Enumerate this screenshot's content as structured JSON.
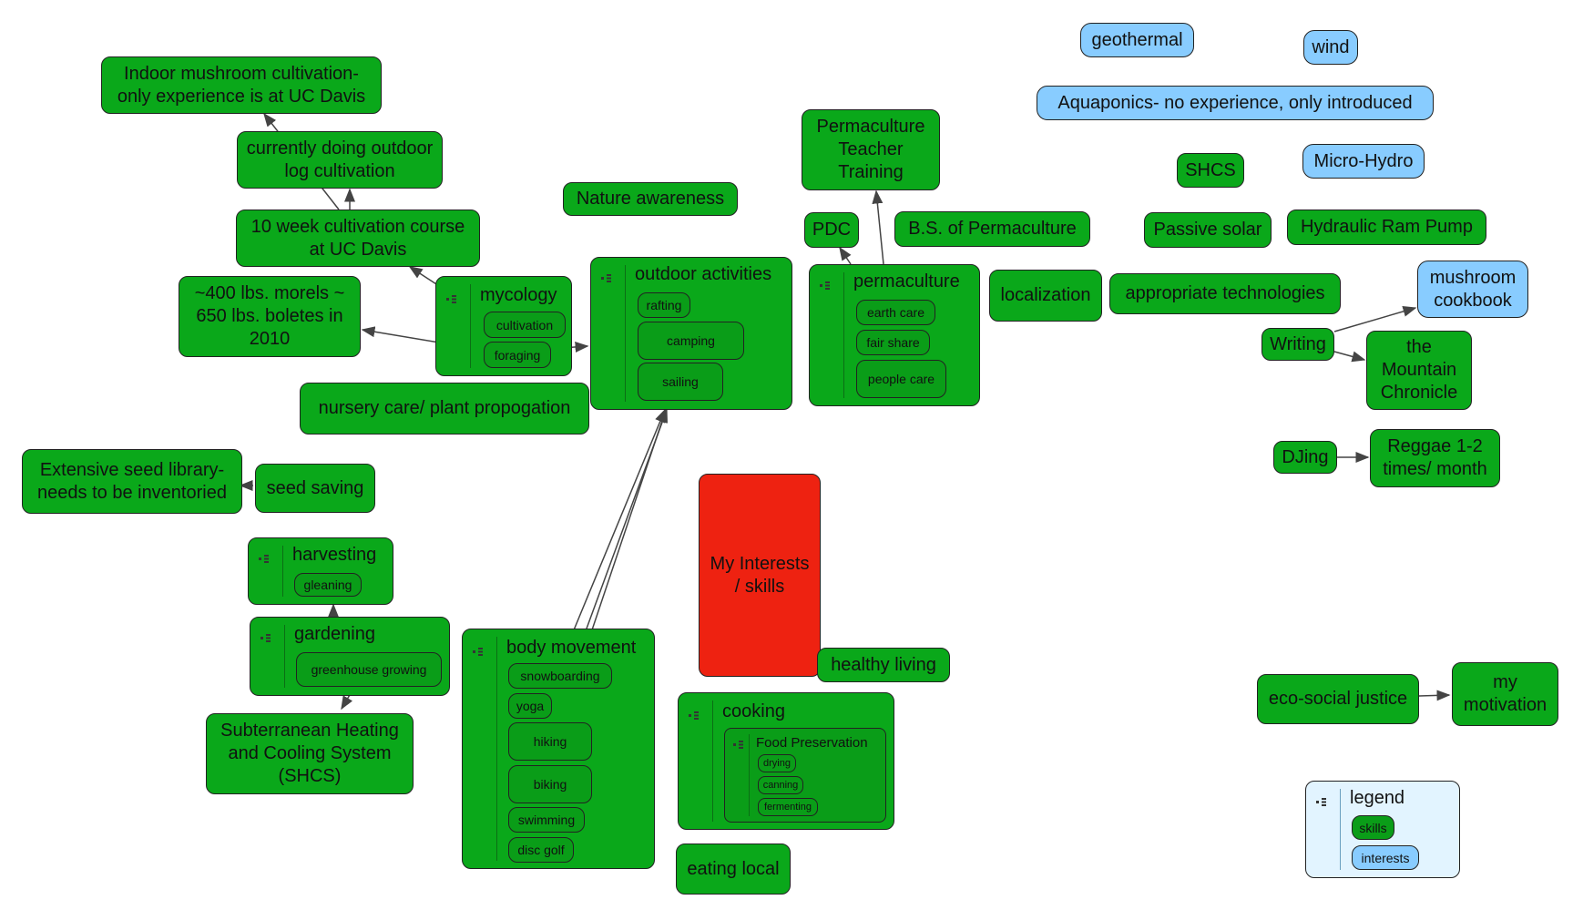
{
  "central": "My Interests / skills",
  "nodes": {
    "mush_indoor": "Indoor mushroom cultivation- only experience is at UC Davis",
    "mush_log": "currently doing outdoor log cultivation",
    "mush_course": "10 week cultivation course at UC Davis",
    "mush_morels": "~400 lbs. morels ~ 650 lbs. boletes in 2010",
    "nature": "Nature awareness",
    "nursery": "nursery care/ plant propogation",
    "seed_library": "Extensive seed library- needs to be inventoried",
    "seed_saving": "seed saving",
    "shcs_full": "Subterranean Heating and Cooling System (SHCS)",
    "pdc_teacher": "Permaculture Teacher Training",
    "pdc": "PDC",
    "bs_perm": "B.S. of Permaculture",
    "localization": "localization",
    "appropriate": "appropriate technologies",
    "geothermal": "geothermal",
    "wind": "wind",
    "aquaponics": "Aquaponics- no experience, only introduced",
    "shcs": "SHCS",
    "micro_hydro": "Micro-Hydro",
    "passive_solar": "Passive solar",
    "ram_pump": "Hydraulic Ram Pump",
    "mushroom_cookbook": "mushroom cookbook",
    "writing": "Writing",
    "mountain_chronicle": "the Mountain Chronicle",
    "djing": "DJing",
    "reggae": "Reggae 1-2 times/ month",
    "healthy_living": "healthy living",
    "eating_local": "eating local",
    "eco_social": "eco-social justice",
    "my_motivation": "my motivation"
  },
  "groups": {
    "mycology": {
      "title": "mycology",
      "items": [
        "cultivation",
        "foraging"
      ]
    },
    "outdoor": {
      "title": "outdoor activities",
      "items": [
        "rafting",
        "camping",
        "sailing"
      ]
    },
    "permaculture": {
      "title": "permaculture",
      "items": [
        "earth care",
        "fair share",
        "people care"
      ]
    },
    "harvesting": {
      "title": "harvesting",
      "items": [
        "gleaning"
      ]
    },
    "gardening": {
      "title": "gardening",
      "items": [
        "greenhouse growing"
      ]
    },
    "body": {
      "title": "body movement",
      "items": [
        "snowboarding",
        "yoga",
        "hiking",
        "biking",
        "swimming",
        "disc golf"
      ]
    },
    "cooking": {
      "title": "cooking",
      "sub_title": "Food Preservation",
      "items": [
        "drying",
        "canning",
        "fermenting"
      ]
    },
    "legend": {
      "title": "legend",
      "items": [
        "skills",
        "interests"
      ]
    }
  },
  "colors": {
    "skill": "#0aa81a",
    "interest": "#88ccff",
    "central": "#ee2211",
    "legend_bg": "#e2f4ff",
    "edge": "#444444"
  },
  "icons": {
    "group_icon": "outline-icon"
  }
}
